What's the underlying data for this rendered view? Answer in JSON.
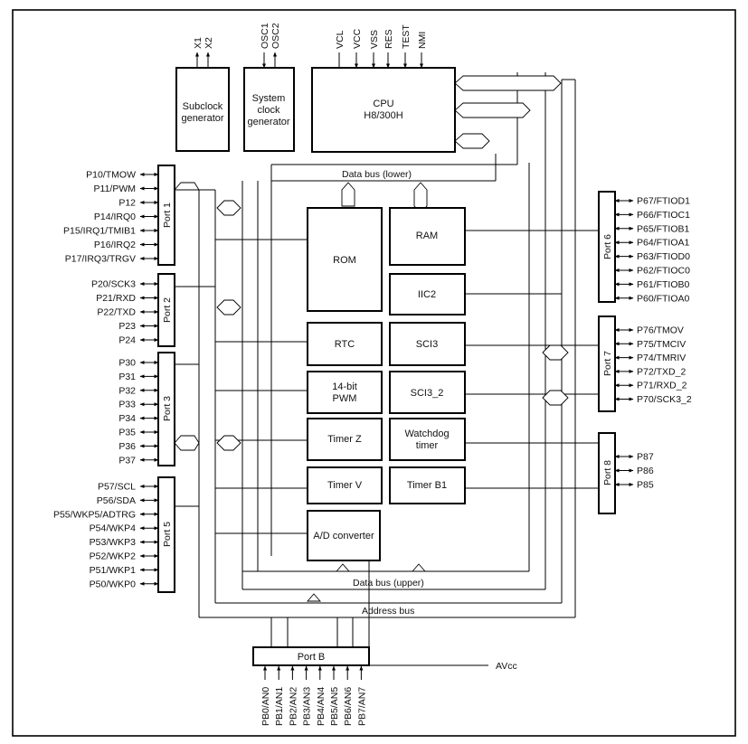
{
  "blocks": {
    "subclock": [
      "Subclock",
      "generator"
    ],
    "sysclock": [
      "System",
      "clock",
      "generator"
    ],
    "cpu": [
      "CPU",
      "H8/300H"
    ],
    "rom": "ROM",
    "ram": "RAM",
    "iic2": "IIC2",
    "rtc": "RTC",
    "sci3": "SCI3",
    "pwm": [
      "14-bit",
      "PWM"
    ],
    "sci3_2": "SCI3_2",
    "timerz": "Timer Z",
    "watchdog": [
      "Watchdog",
      "timer"
    ],
    "timerv": "Timer V",
    "timerb1": "Timer B1",
    "adc": "A/D converter",
    "portb": "Port B"
  },
  "buses": {
    "data_lower": "Data bus (lower)",
    "data_upper": "Data bus (upper)",
    "address": "Address bus"
  },
  "port_names": {
    "port1": "Port 1",
    "port2": "Port 2",
    "port3": "Port 3",
    "port5": "Port 5",
    "port6": "Port 6",
    "port7": "Port 7",
    "port8": "Port 8"
  },
  "pins": {
    "port1": [
      "P10/TMOW",
      "P11/PWM",
      "P12",
      "P14/IRQ0",
      "P15/IRQ1/TMIB1",
      "P16/IRQ2",
      "P17/IRQ3/TRGV"
    ],
    "port2": [
      "P20/SCK3",
      "P21/RXD",
      "P22/TXD",
      "P23",
      "P24"
    ],
    "port3": [
      "P30",
      "P31",
      "P32",
      "P33",
      "P34",
      "P35",
      "P36",
      "P37"
    ],
    "port5": [
      "P57/SCL",
      "P56/SDA",
      "P55/WKP5/ADTRG",
      "P54/WKP4",
      "P53/WKP3",
      "P52/WKP2",
      "P51/WKP1",
      "P50/WKP0"
    ],
    "port6": [
      "P67/FTIOD1",
      "P66/FTIOC1",
      "P65/FTIOB1",
      "P64/FTIOA1",
      "P63/FTIOD0",
      "P62/FTIOC0",
      "P61/FTIOB0",
      "P60/FTIOA0"
    ],
    "port7": [
      "P76/TMOV",
      "P75/TMCIV",
      "P74/TMRIV",
      "P72/TXD_2",
      "P71/RXD_2",
      "P70/SCK3_2"
    ],
    "port8": [
      "P87",
      "P86",
      "P85"
    ],
    "portb": [
      "PB0/AN0",
      "PB1/AN1",
      "PB2/AN2",
      "PB3/AN3",
      "PB4/AN4",
      "PB5/AN5",
      "PB6/AN6",
      "PB7/AN7"
    ]
  },
  "top_pins": {
    "subclock": [
      "X1",
      "X2"
    ],
    "sysclock": [
      "OSC1",
      "OSC2"
    ],
    "cpu": [
      "VCL",
      "VCC",
      "VSS",
      "RES",
      "TEST",
      "NMI"
    ]
  },
  "avcc": "AVcc"
}
